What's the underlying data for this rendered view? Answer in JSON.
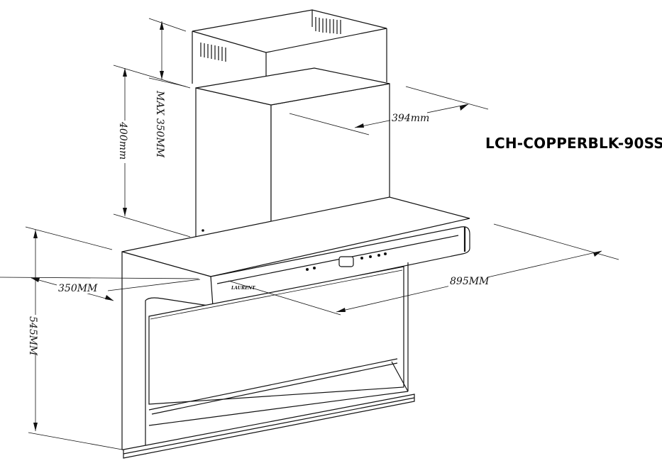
{
  "model_name": "LCH-COPPERBLK-90SS",
  "dimensions": {
    "chimney_max": "MAX 350MM",
    "chimney_height": "400mm",
    "chimney_width": "394mm",
    "depth": "350MM",
    "width": "895MM",
    "height": "545MM"
  },
  "brand_label": "LAURENT",
  "colors": {
    "line": "#111111",
    "background": "#ffffff"
  }
}
